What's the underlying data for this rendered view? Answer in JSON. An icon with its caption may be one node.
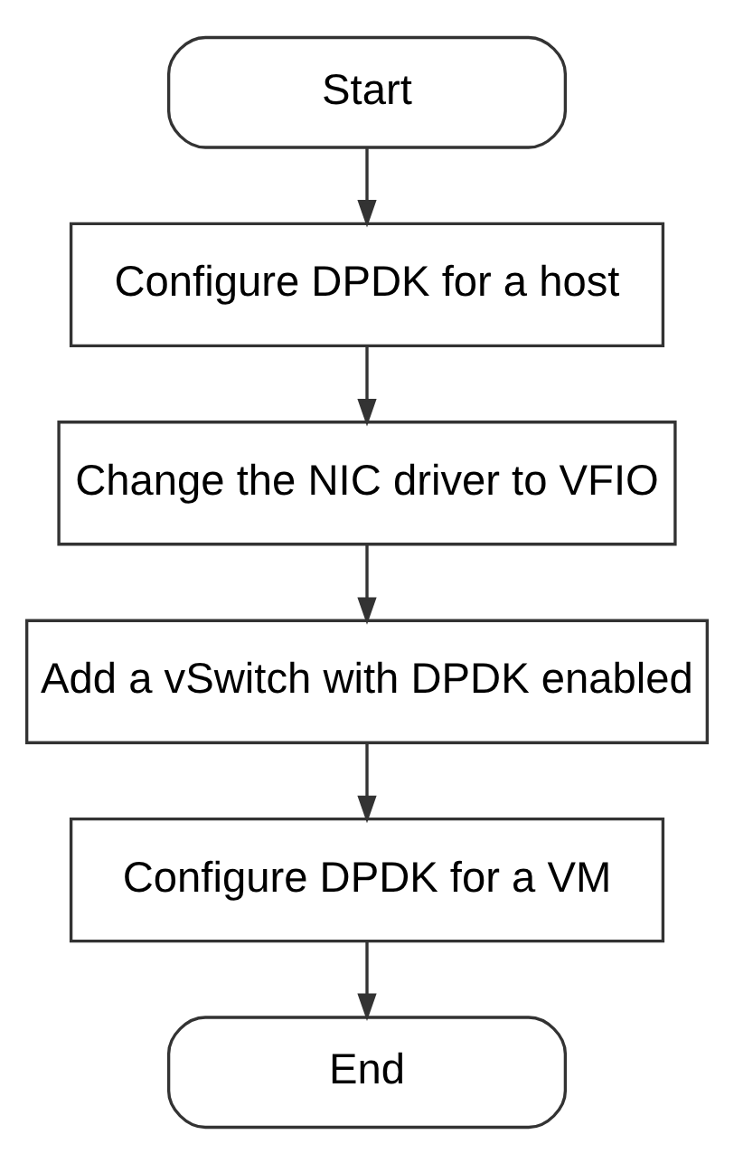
{
  "diagram": {
    "nodes": [
      {
        "text": [
          "Start"
        ]
      },
      {
        "text": [
          "Configure DPDK for a host"
        ]
      },
      {
        "text": [
          "Change the NIC driver to VFIO"
        ]
      },
      {
        "text": [
          "Add a vSwitch with DPDK enabled"
        ]
      },
      {
        "text": [
          "Configure DPDK for a VM"
        ]
      },
      {
        "text": [
          "End"
        ]
      }
    ],
    "edges": [
      {
        "from": 0,
        "to": 1,
        "arrow": "to"
      },
      {
        "from": 1,
        "to": 2,
        "arrow": "to"
      },
      {
        "from": 2,
        "to": 3,
        "arrow": "to"
      },
      {
        "from": 3,
        "to": 4,
        "arrow": "to"
      },
      {
        "from": 4,
        "to": 5,
        "arrow": "to"
      }
    ]
  }
}
